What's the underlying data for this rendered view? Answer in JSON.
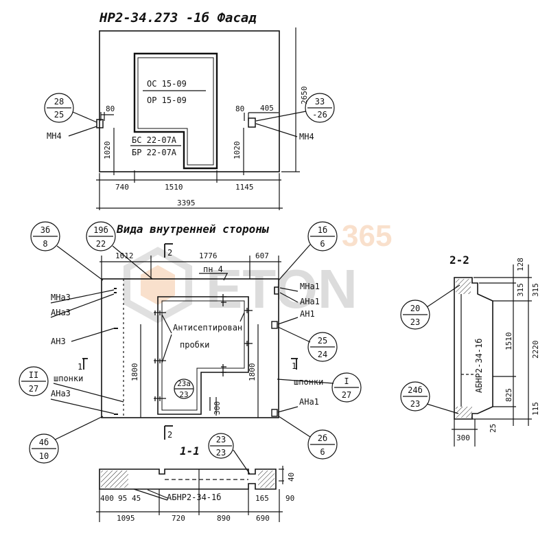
{
  "facade": {
    "title": "НР2-34.273 -1б Фасад",
    "opening_label_1": "ОС 15-09",
    "opening_label_2": "ОР 15-09",
    "balcony_label_1": "БС 22-07А",
    "balcony_label_2": "БР 22-07А",
    "callout_left": {
      "top": "28",
      "bottom": "25"
    },
    "callout_right": {
      "top": "33",
      "bottom": "-26"
    },
    "mn_left": "МН4",
    "mn_right": "МН4",
    "dims": {
      "d80_left": "80",
      "d80_right": "80",
      "d405": "405",
      "d1020_left": "1020",
      "d1020_right": "1020",
      "d2650": "2650",
      "d740": "740",
      "d1510": "1510",
      "d1145": "1145",
      "d3395": "3395"
    }
  },
  "inner": {
    "title": "Вида внутренней стороны",
    "callouts": {
      "c3b": {
        "top": "3б",
        "bottom": "8"
      },
      "c19b": {
        "top": "19б",
        "bottom": "22"
      },
      "c1b": {
        "top": "1б",
        "bottom": "6"
      },
      "c25": {
        "top": "25",
        "bottom": "24"
      },
      "cII": {
        "top": "II",
        "bottom": "27"
      },
      "cI": {
        "top": "I",
        "bottom": "27"
      },
      "c4b": {
        "top": "4б",
        "bottom": "10"
      },
      "c2b": {
        "top": "2б",
        "bottom": "6"
      },
      "c23a": {
        "top": "23а",
        "bottom": "23"
      }
    },
    "labels": {
      "mna3": "МНа3",
      "ana3_top": "АНа3",
      "an3": "АН3",
      "shponki_left": "шпонки",
      "ana3_bottom": "АНа3",
      "pn4": "пн 4",
      "mna1": "МНа1",
      "ana1_top": "АНа1",
      "an1": "АН1",
      "shponki_right": "шпонки",
      "ana1_bottom": "АНа1",
      "antisept_1": "Антисептирован",
      "antisept_2": "пробки"
    },
    "section_marks": {
      "top": "2",
      "bottom": "2",
      "left": "1",
      "right": "1"
    },
    "dims": {
      "d1012": "1012",
      "d1776": "1776",
      "d607": "607",
      "d1800_left": "1800",
      "d1800_right": "1800",
      "d300": "300"
    }
  },
  "section11": {
    "title": "1-1",
    "callout": {
      "top": "23",
      "bottom": "23"
    },
    "label": "АБНР2-34-1б",
    "dims": {
      "d400": "400",
      "d95": "95",
      "d45": "45",
      "d165": "165",
      "d90": "90",
      "d40": "40",
      "d1095": "1095",
      "d720": "720",
      "d890": "890",
      "d690": "690"
    }
  },
  "section22": {
    "title": "2-2",
    "callout_top": {
      "top": "20",
      "bottom": "23"
    },
    "callout_bottom": {
      "top": "24б",
      "bottom": "23"
    },
    "label": "АБНР2-34-1б",
    "dims": {
      "d128": "128",
      "d315_a": "315",
      "d315_b": "315",
      "d1510": "1510",
      "d2220": "2220",
      "d825": "825",
      "d115": "115",
      "d25": "25",
      "d300": "300"
    }
  },
  "watermark": {
    "num": "365",
    "word": "ETON"
  }
}
